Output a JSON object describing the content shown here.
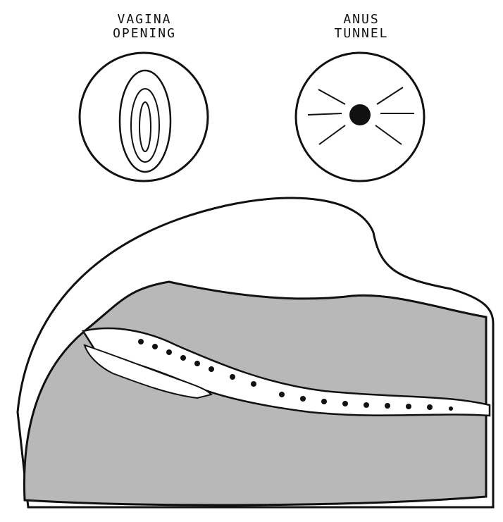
{
  "labels": {
    "vagina": [
      "VAGINA",
      "OPENING"
    ],
    "anus": [
      "ANUS",
      "TUNNEL"
    ]
  },
  "colors": {
    "body_fill": "#b8b8b8",
    "outline": "#111111",
    "canal_fill": "#ffffff"
  }
}
